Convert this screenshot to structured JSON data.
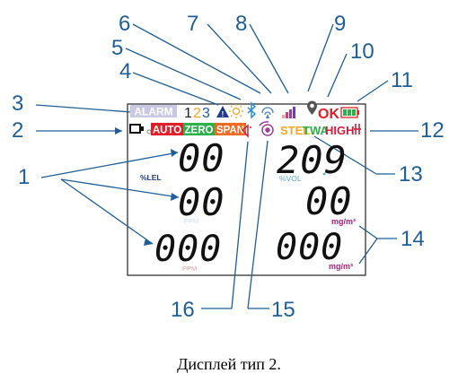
{
  "display": {
    "alarm_label": "ALARM",
    "alarm_levels": [
      "1",
      "2",
      "3"
    ],
    "mode_labels": [
      "AUTO",
      "ZERO",
      "SPAN"
    ],
    "status_labels": [
      "STEL",
      "TWA",
      "HIGH"
    ],
    "ok_label": "OK",
    "readings": {
      "left_top": "00",
      "left_mid": "00",
      "left_bottom": "000",
      "right_top": "209",
      "right_mid": "00",
      "right_bottom": "000"
    },
    "units": {
      "lel": "%LEL",
      "vol": "%VOL",
      "ppm_1": "PPM",
      "ppm_2": "PPM",
      "mgm3_1": "mg/m³",
      "mgm3_2": "mg/m³"
    }
  },
  "callouts": [
    "1",
    "2",
    "3",
    "4",
    "5",
    "6",
    "7",
    "8",
    "9",
    "10",
    "11",
    "12",
    "13",
    "14",
    "15",
    "16"
  ],
  "caption": "Дисплей тип 2.",
  "colors": {
    "callout": "#1f5e96",
    "alarm_bg": "#c9c9e6",
    "auto_bg": "#e21f26",
    "zero_bg": "#2bb04a",
    "span_bg": "#f26a21",
    "stel": "#f5a623",
    "twa": "#2bb04a",
    "high": "#d01f3c",
    "ok": "#e21f26",
    "vol_label": "#5aa9d6",
    "ppm_label": "#e8a0a8",
    "mgm3_label": "#b0207c"
  },
  "icons": [
    "battery-icon",
    "warning-icon",
    "sun-icon",
    "bluetooth-icon",
    "wifi-icon",
    "signal-bars-icon",
    "gps-pin-icon",
    "battery-level-icon",
    "pump-icon",
    "speaker-icon",
    "fan-icon"
  ]
}
